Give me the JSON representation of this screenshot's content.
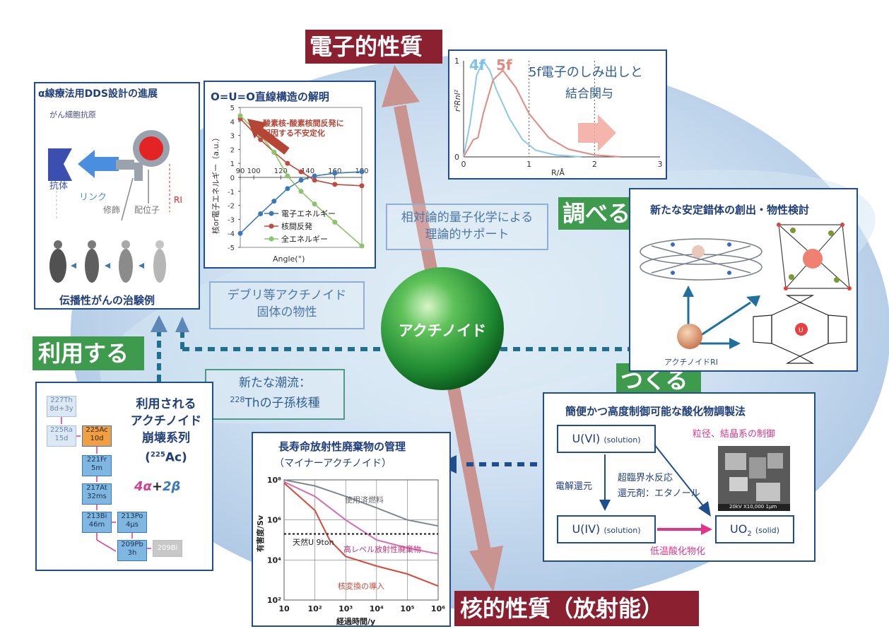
{
  "center": {
    "label": "アクチノイド"
  },
  "tags": {
    "electronic": "電子的性質",
    "nuclear": "核的性質（放射能）",
    "investigate": "調べる",
    "use": "利用する",
    "make": "つくる"
  },
  "center_labels": {
    "relativistic_line1": "相対論的量子化学による",
    "relativistic_line2": "理論的サポート",
    "debris_line1": "デブリ等アクチノイド",
    "debris_line2": "固体の物性",
    "trend_line1": "新たな潮流：",
    "trend_line2_sup": "228",
    "trend_line2": "Thの子孫核種"
  },
  "panel_dds": {
    "title": "α線療法用DDS設計の進展",
    "antigen": "がん細胞抗原",
    "antibody": "抗体",
    "linker": "リンク",
    "modifier": "修飾",
    "ligand": "配位子",
    "ri": "RI",
    "caption": "伝播性がんの治験例"
  },
  "panel_ouo": {
    "title": "O=U=O直線構造の解明",
    "annotation_line1": "酸素核-酸素核間反発に",
    "annotation_line2": "起因する不安定化",
    "ylabel": "核or電子エネルギー（a.u.）",
    "xlabel": "Angle(°)",
    "legend": [
      "電子エネルギー",
      "核間反発",
      "全エネルギー"
    ]
  },
  "panel_5f": {
    "title_line1": "5f電子のしみ出しと",
    "title_line2": "結合関与",
    "label_4f": "4f",
    "label_5f": "5f",
    "ylabel": "r²Rnl²",
    "xlabel": "R/Å"
  },
  "panel_complex": {
    "title": "新たな安定錯体の創出・物性検討",
    "ri_label": "アクチノイドRI"
  },
  "panel_decay": {
    "title_line1": "利用される",
    "title_line2": "アクチノイド",
    "title_line3": "崩壊系列",
    "title_line4_sup": "225",
    "title_line4": "Ac)",
    "title_line4_open": "(",
    "formula_a": "4α",
    "formula_plus": "+",
    "formula_b": "2β",
    "nodes": [
      {
        "iso": "227Th",
        "half": "8d+3y"
      },
      {
        "iso": "225Ra",
        "half": "15d"
      },
      {
        "iso": "225Ac",
        "half": "10d"
      },
      {
        "iso": "221Fr",
        "half": "5m"
      },
      {
        "iso": "217At",
        "half": "32ms"
      },
      {
        "iso": "213Bi",
        "half": "46m"
      },
      {
        "iso": "213Po",
        "half": "4μs"
      },
      {
        "iso": "209Pb",
        "half": "3h"
      },
      {
        "iso": "209Bi",
        "half": ""
      }
    ]
  },
  "panel_waste": {
    "title_line1": "長寿命放射性廃棄物の管理",
    "title_line2": "（マイナーアクチノイド）",
    "ylabel": "有害度/Sv",
    "xlabel": "経過時間/y",
    "spent_fuel": "使用済燃料",
    "natural_u": "天然U 9ton",
    "hlw": "高レベル放射性廃棄物",
    "transmutation": "核変換の導入"
  },
  "panel_oxide": {
    "title": "簡便かつ高度制御可能な酸化物調製法",
    "u6": "U(VI)",
    "u6_sub": "(solution)",
    "u4": "U(IV)",
    "u4_sub": "(solution)",
    "uo2": "UO",
    "uo2_sub2": "2",
    "uo2_sub": "(solid)",
    "electro": "電解還元",
    "supercrit_line1": "超臨界水反応",
    "supercrit_line2": "還元剤：エタノール",
    "lowtemp": "低温酸化物化",
    "particle": "粒径、結晶系の制御",
    "sem_caption": "20kV  X10,000  1μm"
  },
  "colors": {
    "navy": "#1f4e8c",
    "tag_red": "#8b2130",
    "tag_green": "#3e9a4d",
    "arrow_brown": "#c99390",
    "pink": "#e0358a",
    "series_blue": "#3a78b8",
    "series_red": "#c14a3e",
    "series_green": "#8cc36b"
  },
  "chart_data": [
    {
      "type": "line",
      "title": "O=U=O直線構造の解明",
      "xlabel": "Angle(°)",
      "ylabel": "核or電子エネルギー（a.u.）",
      "xlim": [
        90,
        180
      ],
      "ylim": [
        -5,
        5
      ],
      "xticks": [
        90,
        100,
        120,
        140,
        160,
        180
      ],
      "yticks": [
        -5,
        -4,
        -3,
        -2,
        -1,
        0,
        1,
        2,
        3,
        4,
        5
      ],
      "series": [
        {
          "name": "電子エネルギー",
          "x": [
            90,
            105,
            115,
            125,
            135,
            145,
            160,
            180
          ],
          "y": [
            -4.0,
            -2.6,
            -1.7,
            -0.8,
            -0.2,
            0.1,
            0.3,
            0.4
          ]
        },
        {
          "name": "核間反発",
          "x": [
            90,
            105,
            115,
            125,
            135,
            145,
            160,
            180
          ],
          "y": [
            4.2,
            2.7,
            1.8,
            1.0,
            0.4,
            -0.2,
            -0.5,
            -0.6
          ]
        },
        {
          "name": "全エネルギー",
          "x": [
            90,
            105,
            115,
            125,
            135,
            145,
            160,
            180
          ],
          "y": [
            4.4,
            3.0,
            1.8,
            0.1,
            -1.0,
            -1.9,
            -3.2,
            -4.9
          ]
        }
      ]
    },
    {
      "type": "line",
      "title": "5f電子のしみ出しと結合関与",
      "xlabel": "R/Å",
      "ylabel": "r²Rnl²",
      "xlim": [
        0,
        3
      ],
      "ylim": [
        0,
        1
      ],
      "xticks": [
        0,
        1,
        2,
        3
      ],
      "yticks": [
        0,
        1
      ],
      "series": [
        {
          "name": "4f",
          "x": [
            0,
            0.1,
            0.2,
            0.3,
            0.4,
            0.5,
            0.7,
            0.9,
            1.1,
            1.4,
            1.8
          ],
          "y": [
            0,
            0.35,
            0.85,
            1.0,
            0.9,
            0.7,
            0.4,
            0.18,
            0.07,
            0.02,
            0.0
          ]
        },
        {
          "name": "5f",
          "x": [
            0,
            0.15,
            0.22,
            0.3,
            0.45,
            0.6,
            0.8,
            1.0,
            1.3,
            1.6,
            2.0,
            2.4
          ],
          "y": [
            0,
            0.18,
            0.2,
            0.45,
            0.8,
            0.9,
            0.72,
            0.45,
            0.2,
            0.08,
            0.02,
            0.0
          ]
        }
      ]
    },
    {
      "type": "line",
      "title": "長寿命放射性廃棄物の管理",
      "xlabel": "経過時間/y",
      "ylabel": "有害度/Sv",
      "xscale": "log",
      "yscale": "log",
      "xlim": [
        10,
        1000000
      ],
      "ylim": [
        100,
        100000000
      ],
      "xticks": [
        "10",
        "10²",
        "10³",
        "10⁴",
        "10⁵",
        "10⁶"
      ],
      "yticks": [
        "10²",
        "10⁴",
        "10⁶",
        "10⁸"
      ],
      "series": [
        {
          "name": "使用済燃料",
          "x": [
            10,
            100,
            1000,
            10000,
            100000,
            1000000
          ],
          "y": [
            100000000,
            50000000,
            15000000,
            4000000,
            1000000,
            500000
          ]
        },
        {
          "name": "高レベル放射性廃棄物",
          "x": [
            10,
            100,
            1000,
            10000,
            100000,
            1000000
          ],
          "y": [
            80000000,
            15000000,
            1000000,
            100000,
            40000,
            20000
          ]
        },
        {
          "name": "核変換の導入",
          "x": [
            10,
            100,
            300,
            1000,
            10000,
            100000,
            1000000
          ],
          "y": [
            70000000,
            3000000,
            100000,
            15000,
            5000,
            2000,
            500
          ]
        },
        {
          "name": "天然U 9ton",
          "x": [
            10,
            1000000
          ],
          "y": [
            200000,
            200000
          ]
        }
      ]
    }
  ]
}
